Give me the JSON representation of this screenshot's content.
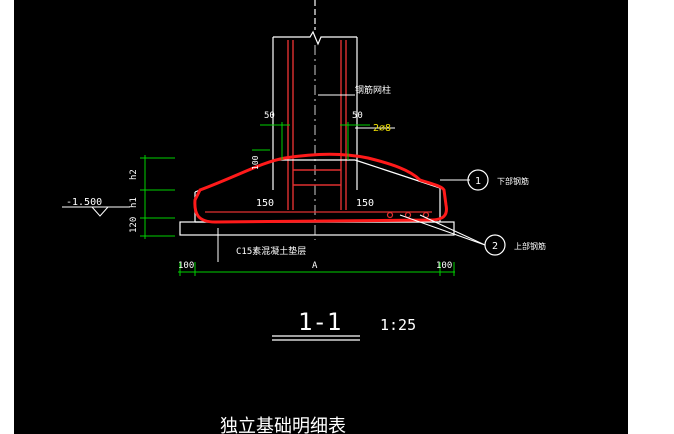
{
  "drawing": {
    "column_label": "钢筋网柱",
    "rebar_top_label": "2⌀8",
    "dim_50_left": "50",
    "dim_50_right": "50",
    "dim_100_small": "100",
    "dim_h2": "h2",
    "dim_h1": "h1",
    "dim_120": "120",
    "elevation": "-1.500",
    "dim_150_left": "150",
    "dim_150_right": "150",
    "callout_1_number": "1",
    "callout_1_text": "下部钢筋",
    "callout_2_number": "2",
    "callout_2_text": "上部钢筋",
    "cushion_text": "C15素混凝土垫层",
    "dim_bottom_left": "100",
    "dim_bottom_mid": "A",
    "dim_bottom_right": "100",
    "section_title": "1-1",
    "scale": "1:25",
    "footer_title": "独立基础明细表"
  },
  "colors": {
    "background": "#000000",
    "line_white": "#ffffff",
    "line_green": "#00d000",
    "rebar_red": "#e03030",
    "highlight_red": "#ff1a1a",
    "text_yellow": "#f0e000",
    "text_white": "#ffffff"
  }
}
